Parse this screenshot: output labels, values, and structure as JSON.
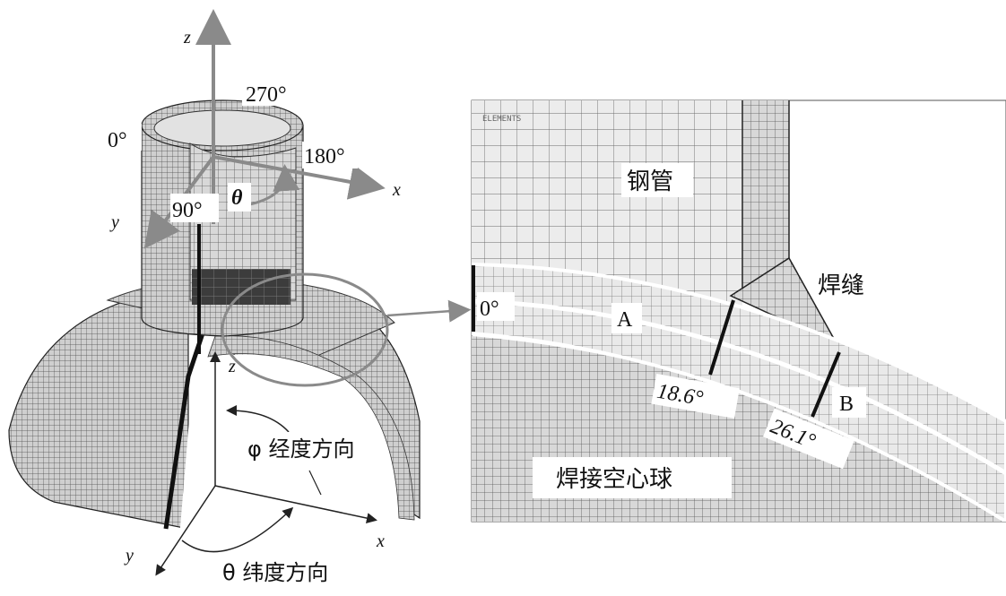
{
  "left_figure": {
    "axis_z_top": "z",
    "axis_x_top": "x",
    "axis_y_top": "y",
    "angle_270": "270°",
    "angle_0": "0°",
    "angle_180": "180°",
    "angle_90": "90°",
    "theta_symbol": "θ",
    "axis_z_bottom": "z",
    "axis_x_bottom": "x",
    "axis_y_bottom": "y",
    "phi_label": "φ 经度方向",
    "theta_label": "θ 纬度方向"
  },
  "right_figure": {
    "elements_tag": "ELEMENTS",
    "steel_tube_label": "钢管",
    "weld_label": "焊缝",
    "angle_0": "0°",
    "region_a": "A",
    "region_b": "B",
    "angle_18_6": "18.6°",
    "angle_26_1": "26.1°",
    "sphere_label": "焊接空心球"
  },
  "colors": {
    "axis_gray": "#8a8a8a",
    "mesh_line": "#555555",
    "band_fill": "#e8e8e8"
  }
}
